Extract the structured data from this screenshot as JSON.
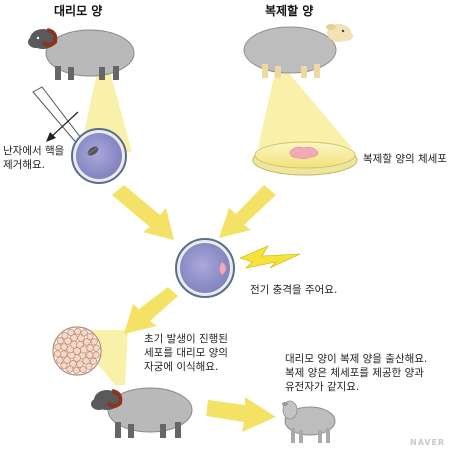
{
  "titles": {
    "surrogate": "대리모 양",
    "donor": "복제할 양"
  },
  "steps": {
    "enucleate": [
      "난자에서 핵을",
      "제거해요."
    ],
    "somatic": "복제할 양의 체세포",
    "shock": "전기 충격을 주어요.",
    "implant": [
      "초기 발생이 진행된",
      "세포를 대리모 양의",
      "자궁에 이식해요."
    ],
    "birth": [
      "대리모 양이 복제 양을 출산해요.",
      "복제 양은 체세포를 제공한 양과",
      "유전자가 같지요."
    ]
  },
  "watermark": "NAVER",
  "colors": {
    "arrow": "#f4e266",
    "beam": "#f8ef9a",
    "cell": "#8f8fc8",
    "cell_ring": "#5a6e86",
    "dish": "#f9f2a8",
    "tissue": "#f3aab8",
    "sheep_body": "#b8b8b8",
    "sheep_face": "#6a6a6a"
  }
}
